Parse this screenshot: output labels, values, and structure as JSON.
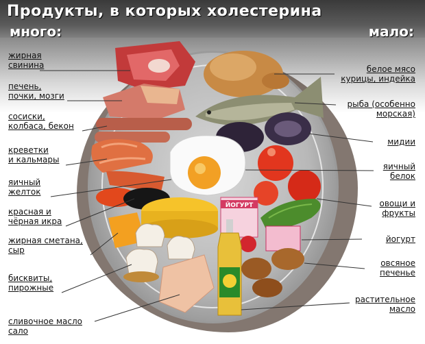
{
  "header": {
    "title": "Продукты, в которых холестерина",
    "left_heading": "много:",
    "right_heading": "мало:"
  },
  "left_labels": [
    {
      "lines": [
        "жирная",
        "свинина"
      ]
    },
    {
      "lines": [
        "печень,",
        "почки, мозги"
      ]
    },
    {
      "lines": [
        "сосиски,",
        "колбаса, бекон"
      ]
    },
    {
      "lines": [
        "креветки",
        "и кальмары"
      ]
    },
    {
      "lines": [
        "яичный",
        "желток"
      ]
    },
    {
      "lines": [
        "красная и",
        "чёрная икра"
      ]
    },
    {
      "lines": [
        "жирная сметана,",
        "сыр"
      ]
    },
    {
      "lines": [
        "бисквиты,",
        "пирожные"
      ]
    },
    {
      "lines": [
        "сливочное масло",
        "сало"
      ]
    }
  ],
  "right_labels": [
    {
      "lines": [
        "белое мясо",
        "курицы, индейка"
      ]
    },
    {
      "lines": [
        "рыба (особенно",
        "морская)"
      ]
    },
    {
      "lines": [
        "мидии"
      ]
    },
    {
      "lines": [
        "яичный",
        "белок"
      ]
    },
    {
      "lines": [
        "овощи и",
        "фрукты"
      ]
    },
    {
      "lines": [
        "йогурт"
      ]
    },
    {
      "lines": [
        "овсяное",
        "печенье"
      ]
    },
    {
      "lines": [
        "растительное",
        "масло"
      ]
    }
  ],
  "food_text": {
    "yogurt_label": "ЙОГУРТ"
  },
  "colors": {
    "label_text": "#111111",
    "line": "#333333",
    "title": "#ffffff"
  }
}
